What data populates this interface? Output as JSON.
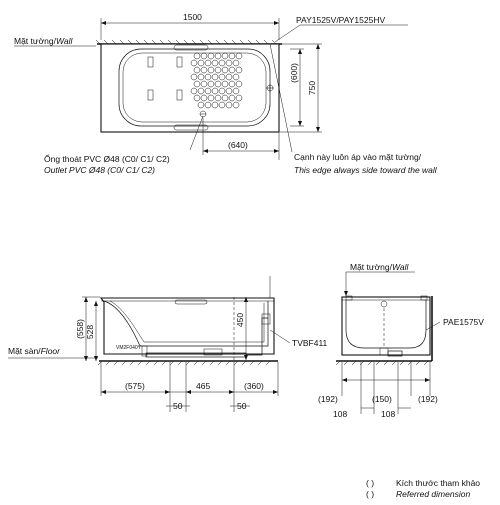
{
  "plan": {
    "width_dim": "1500",
    "depth_dim": "750",
    "inner_depth_dim": "(600)",
    "outlet_offset_dim": "(640)",
    "model_label": "PAY1525V/PAY1525HV",
    "wall_label": "Mặt tường/",
    "wall_label_en": "Wall",
    "outlet_vi": "Ống thoát PVC Ø48 (C0/ C1/ C2)",
    "outlet_en": "Outlet PVC Ø48 (C0/ C1/ C2)",
    "edge_vi": "Cạnh này luôn áp vào mặt tường/",
    "edge_en": "This edge always side toward the wall"
  },
  "side": {
    "floor_label": "Mặt sàn/",
    "floor_label_en": "Floor",
    "height_dim": "(558)",
    "rim_dim": "528",
    "drain_height_dim": "450",
    "valve_label": "VM2F040Y",
    "trap_label": "TVBF411",
    "dim_575": "(575)",
    "dim_465": "465",
    "dim_360": "(360)",
    "dim_50a": "50",
    "dim_50b": "50"
  },
  "end": {
    "wall_label": "Mặt tường/",
    "wall_label_en": "Wall",
    "panel_label": "PAE1575V",
    "dim_192a": "(192)",
    "dim_150": "(150)",
    "dim_192b": "(192)",
    "dim_108a": "108",
    "dim_108b": "108"
  },
  "legend": {
    "bracket": "(      )",
    "vi": "Kích thước tham khảo",
    "en": "Referred dimension"
  }
}
